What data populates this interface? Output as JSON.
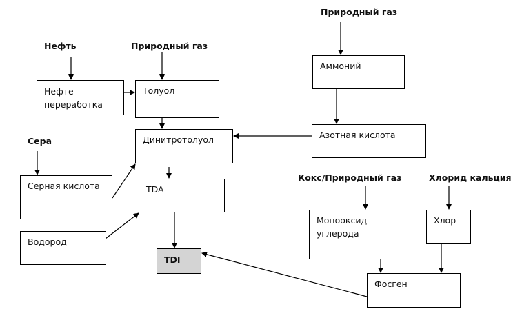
{
  "diagram": {
    "sources": {
      "oil": "Нефть",
      "natural_gas_left": "Природный газ",
      "natural_gas_right": "Природный газ",
      "sulfur": "Сера",
      "coke_gas": "Кокс/Природный газ",
      "calcium_chloride": "Хлорид кальция"
    },
    "nodes": {
      "refining": "Нефте переработка",
      "toluene": "Толуол",
      "dinitrotoluene": "Динитротолуол",
      "ammonium": "Аммоний",
      "nitric_acid": "Азотная кислота",
      "sulfuric_acid": "Серная кислота",
      "tda": "TDA",
      "hydrogen": "Водород",
      "tdi": "TDI",
      "carbon_monoxide": "Монооксид углерода",
      "chlorine": "Хлор",
      "phosgene": "Фосген"
    },
    "colors": {
      "line": "#000000",
      "highlight_fill": "#d4d4d4"
    }
  }
}
